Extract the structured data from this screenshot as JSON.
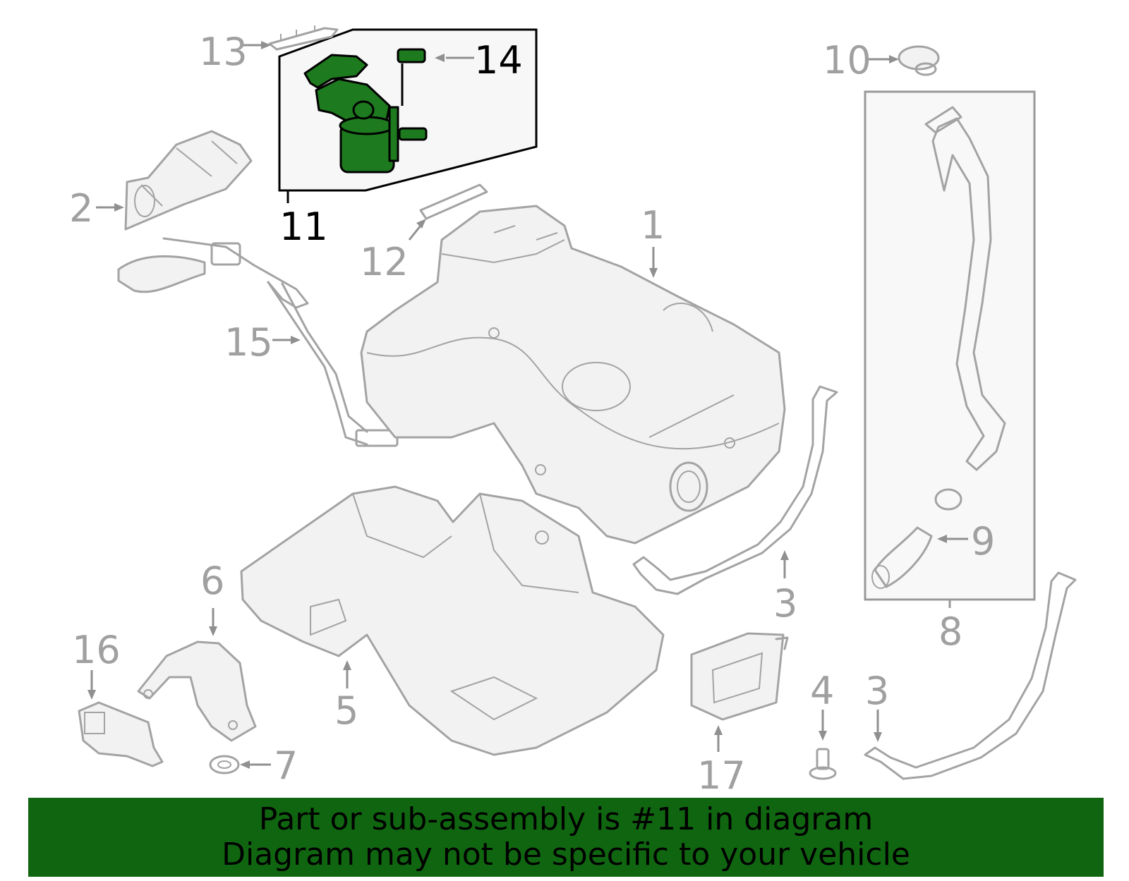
{
  "diagram": {
    "highlighted_part": "11",
    "callouts": [
      "1",
      "2",
      "3",
      "3",
      "4",
      "5",
      "6",
      "7",
      "8",
      "9",
      "10",
      "11",
      "12",
      "13",
      "14",
      "15",
      "16",
      "17"
    ],
    "colors": {
      "highlight": "#1e7a1e",
      "banner": "#106610",
      "line": "#a3a3a3"
    }
  },
  "banner": {
    "line1": "Part or sub-assembly is #11 in diagram",
    "line2": "Diagram may not be specific to your vehicle"
  }
}
